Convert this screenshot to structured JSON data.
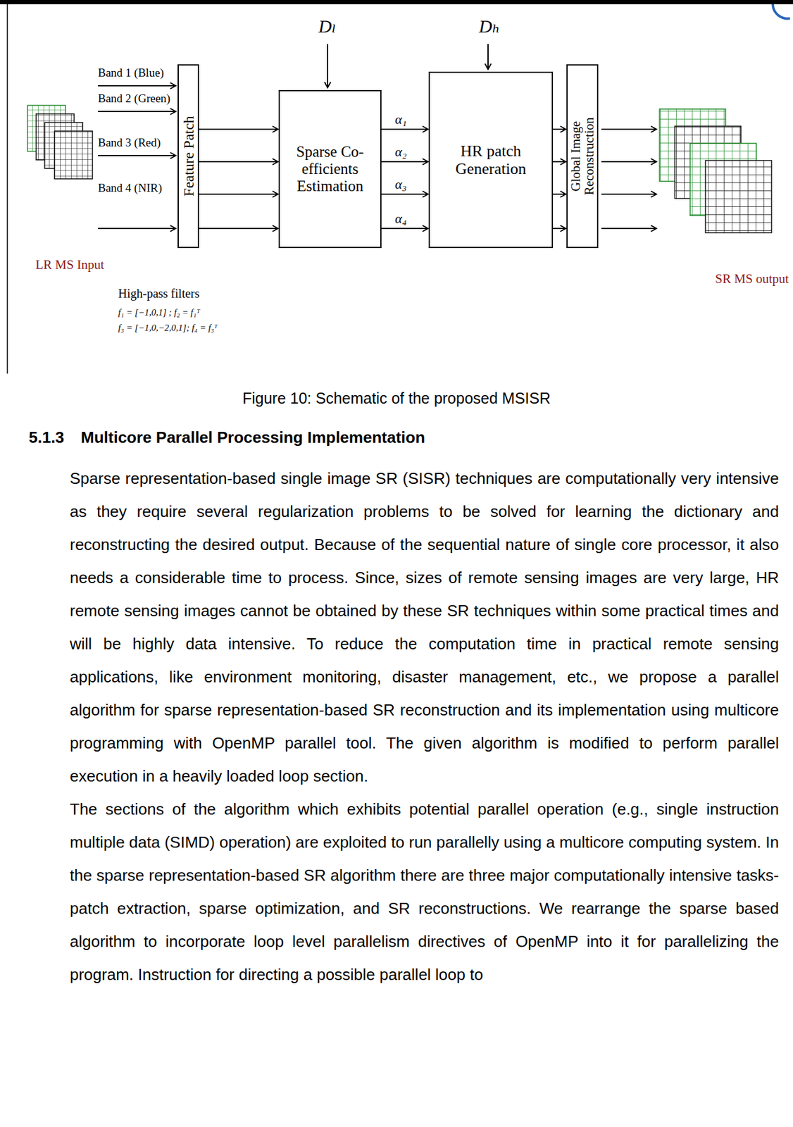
{
  "diagram": {
    "caption": "Figure 10: Schematic of the proposed MSISR",
    "nodes": [
      {
        "text": [
          "Feature Patch"
        ]
      },
      {
        "text": [
          "Sparse Co-efficients Estimation"
        ]
      },
      {
        "text": [
          "HR patch Generation"
        ]
      },
      {
        "text": [
          "Global Image Reconstruction"
        ]
      }
    ],
    "edges": [
      {
        "from": 0,
        "to": 1,
        "arrow": "to"
      },
      {
        "from": 0,
        "to": 1,
        "arrow": "to"
      },
      {
        "from": 0,
        "to": 1,
        "arrow": "to"
      },
      {
        "from": 0,
        "to": 1,
        "arrow": "to"
      },
      {
        "from": 1,
        "to": 2,
        "label": "α₁",
        "arrow": "to"
      },
      {
        "from": 1,
        "to": 2,
        "label": "α₂",
        "arrow": "to"
      },
      {
        "from": 1,
        "to": 2,
        "label": "α₃",
        "arrow": "to"
      },
      {
        "from": 1,
        "to": 2,
        "label": "α₄",
        "arrow": "to"
      },
      {
        "from": 2,
        "to": 3,
        "arrow": "to"
      },
      {
        "from": 2,
        "to": 3,
        "arrow": "to"
      },
      {
        "from": 2,
        "to": 3,
        "arrow": "to"
      },
      {
        "from": 2,
        "to": 3,
        "arrow": "to"
      }
    ],
    "labels": [
      "Dₗ",
      "Dₕ",
      "Band 1 (Blue)",
      "Band 2 (Green)",
      "Band 3 (Red)",
      "Band 4 (NIR)",
      "LR MS Input",
      "High-pass filters",
      "f₁ = [−1,0,1] ; f₂ = f₁ᵀ",
      "f₃ = [−1,0,−2,0,1]; f₄ = f₃ᵀ",
      "SR MS output",
      "5.1.3",
      "Multicore Parallel Processing Implementation",
      "Sparse representation-based single image SR (SISR) techniques are computationally very intensive as they require several regularization problems to be solved for learning the dictionary and reconstructing the desired output. Because of the sequential nature of single core processor, it also needs a considerable time to process. Since, sizes of remote sensing images are very large, HR remote sensing images cannot be obtained by these SR techniques within some practical times and will be highly data intensive. To reduce the computation time in practical remote sensing applications, like environment monitoring, disaster management, etc., we propose a parallel algorithm for sparse representation-based SR reconstruction and its implementation using multicore programming with OpenMP parallel tool. The given algorithm is modified to perform parallel execution in a heavily loaded loop section.",
      "The sections of the algorithm which exhibits potential parallel operation (e.g., single instruction multiple data (SIMD) operation) are exploited to run parallelly using a multicore computing system. In the sparse representation-based SR algorithm there are three major computationally intensive tasks- patch extraction, sparse optimization, and SR reconstructions. We rearrange the sparse based algorithm to incorporate loop level parallelism directives of OpenMP into it for parallelizing the program.  Instruction for directing a possible parallel loop to"
    ]
  }
}
